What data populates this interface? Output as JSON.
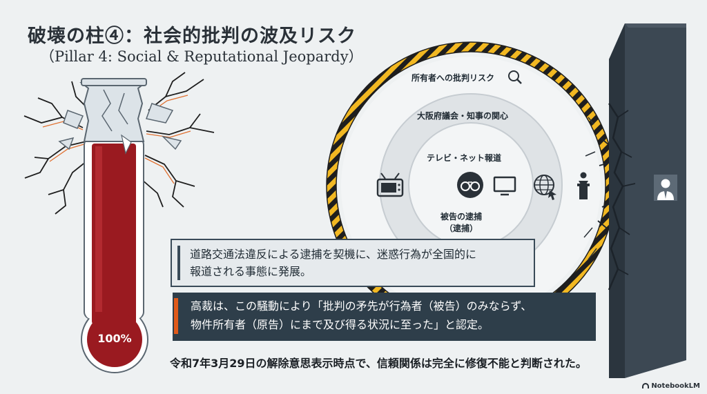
{
  "header": {
    "title": "破壊の柱④：社会的批判の波及リスク",
    "subtitle": "（Pillar 4: Social & Reputational Jeopardy）"
  },
  "thermometer": {
    "level_label": "100%",
    "level": 1.0
  },
  "rings": {
    "outer": "所有者への批判リスク",
    "middle": "大阪府議会・知事の関心",
    "inner": "テレビ・ネット報道",
    "core_line1": "被告の逮捕",
    "core_line2": "（逮捕）"
  },
  "boxes": {
    "box1_line1": "道路交通法違反による逮捕を契機に、迷惑行為が全国的に",
    "box1_line2": "報道される事態に発展。",
    "box2_line1": "高裁は、この騒動により「批判の矛先が行為者（被告）のみならず、",
    "box2_line2": "物件所有者（原告）にまで及び得る状況に至った」と認定。"
  },
  "conclusion": "令和7年3月29日の解除意思表示時点で、信頼関係は完全に修復不能と判断された。",
  "brand": "NotebookLM",
  "colors": {
    "accent_orange": "#e05a1a",
    "hazard_yellow": "#f2b822",
    "dark_slate": "#2e3e4a",
    "mercury_red": "#9a1a20"
  },
  "icons": [
    "magnifier-icon",
    "tv-icon",
    "handcuffs-icon",
    "monitor-icon",
    "globe-icon",
    "podium-icon",
    "person-icon"
  ]
}
